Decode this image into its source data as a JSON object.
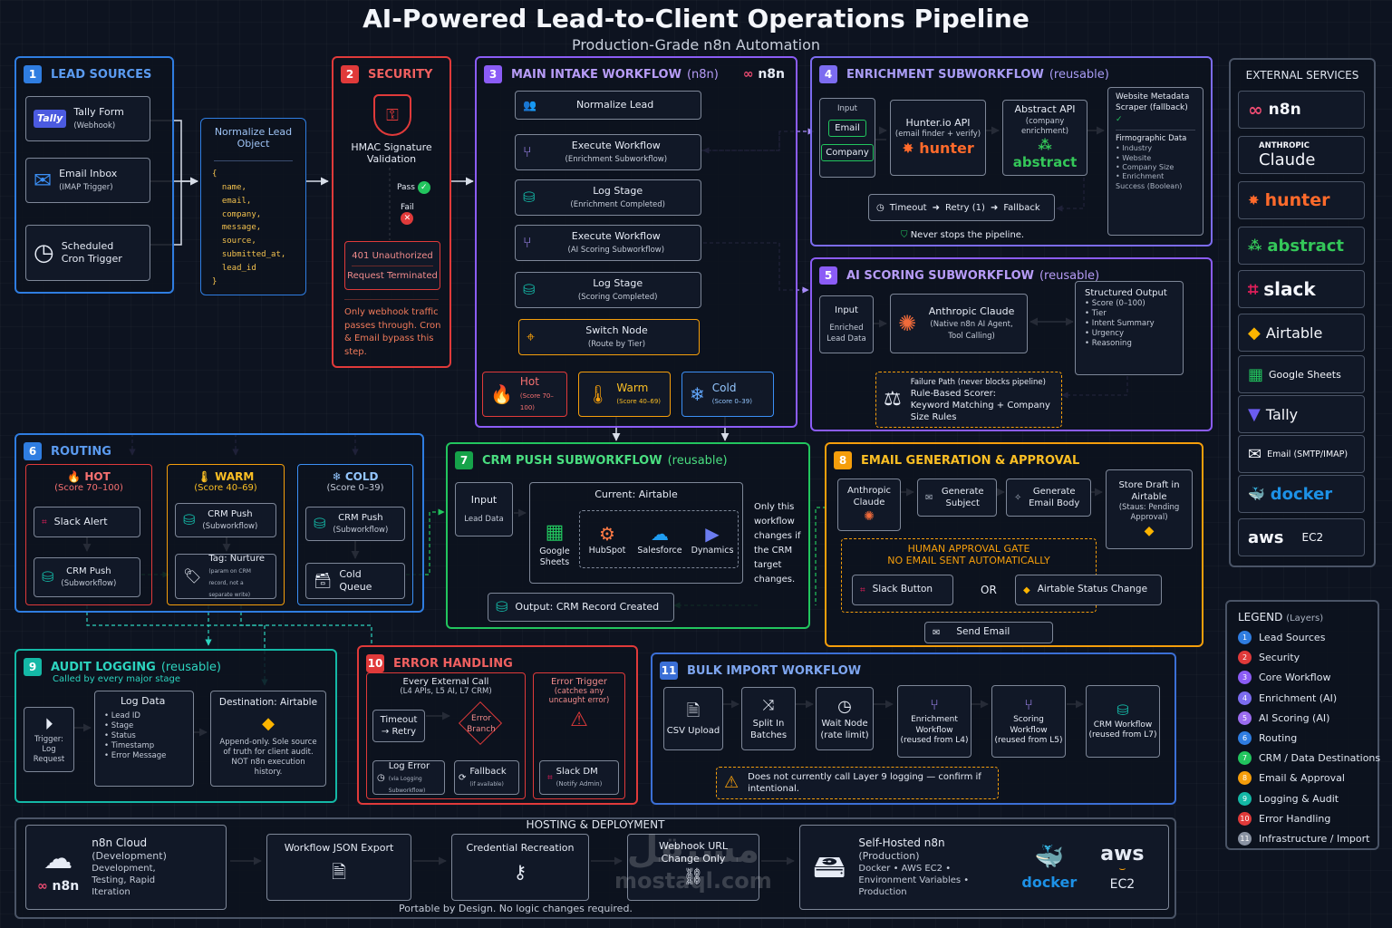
{
  "header": {
    "title": "AI-Powered Lead-to-Client Operations Pipeline",
    "subtitle": "Production-Grade n8n Automation"
  },
  "colors": {
    "blue": "#2f7de1",
    "red": "#e03a3a",
    "purple": "#8b5cf6",
    "green": "#22c55e",
    "orange": "#f59e0b",
    "teal": "#14b8a6",
    "amber": "#f2c14e"
  },
  "p1": {
    "num": "1",
    "title": "LEAD SOURCES",
    "tally_badge": "Tally",
    "tally": "Tally Form",
    "tally_sub": "(Webhook)",
    "email": "Email Inbox",
    "email_sub": "(IMAP Trigger)",
    "cron": "Scheduled",
    "cron_sub": "Cron Trigger"
  },
  "norm": {
    "title": "Normalize Lead Object",
    "code": "{\n  name,\n  email,\n  company,\n  message,\n  source,\n  submitted_at,\n  lead_id\n}"
  },
  "p2": {
    "num": "2",
    "title": "SECURITY",
    "hmac": "HMAC Signature Validation",
    "pass": "Pass",
    "fail": "Fail",
    "err1": "401 Unauthorized",
    "err2": "Request Terminated",
    "note": "Only webhook traffic passes through. Cron & Email bypass this step."
  },
  "p3": {
    "num": "3",
    "title": "MAIN INTAKE WORKFLOW",
    "sub": "(n8n)",
    "logo": "n8n",
    "steps": [
      {
        "t": "Normalize Lead",
        "s": ""
      },
      {
        "t": "Execute Workflow",
        "s": "(Enrichment Subworkflow)"
      },
      {
        "t": "Log Stage",
        "s": "(Enrichment Completed)"
      },
      {
        "t": "Execute Workflow",
        "s": "(AI Scoring Subworkflow)"
      },
      {
        "t": "Log Stage",
        "s": "(Scoring Completed)"
      },
      {
        "t": "Switch Node",
        "s": "(Route by Tier)"
      }
    ],
    "hot": "Hot",
    "hot_s": "(Score 70–100)",
    "warm": "Warm",
    "warm_s": "(Score 40–69)",
    "cold": "Cold",
    "cold_s": "(Score 0–39)"
  },
  "p4": {
    "num": "4",
    "title": "ENRICHMENT SUBWORKFLOW",
    "sub": "(reusable)",
    "input": "Input",
    "email": "Email",
    "company": "Company",
    "hunter": "Hunter.io API",
    "hunter_s": "(email finder + verify)",
    "hunter_logo": "hunter",
    "abstract": "Abstract API",
    "abstract_s": "(company enrichment)",
    "abstract_logo": "abstract",
    "meta": "Website Metadata Scraper (fallback)",
    "firmo": "Firmographic Data",
    "firmo_items": [
      "• Industry",
      "• Website",
      "• Company Size",
      "• Enrichment Success (Boolean)"
    ],
    "timeout": "Timeout",
    "retry": "Retry (1)",
    "fallback": "Fallback",
    "never": "Never stops the pipeline."
  },
  "p5": {
    "num": "5",
    "title": "AI SCORING SUBWORKFLOW",
    "sub": "(reusable)",
    "input": "Input",
    "input_s": "Enriched Lead Data",
    "claude": "Anthropic Claude",
    "claude_s": "(Native n8n AI Agent, Tool Calling)",
    "struct": "Structured Output",
    "struct_items": [
      "• Score (0–100)",
      "• Tier",
      "• Intent Summary",
      "• Urgency",
      "• Reasoning"
    ],
    "fail_path": "Failure Path (never blocks pipeline)",
    "rule": "Rule-Based Scorer:",
    "rule_s": "Keyword Matching + Company Size Rules"
  },
  "p6": {
    "num": "6",
    "title": "ROUTING",
    "hot": "HOT",
    "hot_s": "(Score 70–100)",
    "slack": "Slack Alert",
    "crm": "CRM Push",
    "crm_s": "(Subworkflow)",
    "warm": "WARM",
    "warm_s": "(Score 40–69)",
    "warm_crm": "CRM Push",
    "warm_crm_s": "(Subworkflow)",
    "tag": "Tag: Nurture",
    "tag_s": "(param on CRM record, not a separate write)",
    "cold": "COLD",
    "cold_s": "(Score 0–39)",
    "cold_crm": "CRM Push",
    "cold_crm_s": "(Subworkflow)",
    "queue": "Cold Queue"
  },
  "p7": {
    "num": "7",
    "title": "CRM PUSH SUBWORKFLOW",
    "sub": "(reusable)",
    "input": "Input",
    "input_s": "Lead Data",
    "current": "Current: Airtable",
    "gs": "Google Sheets",
    "hub": "HubSpot",
    "sf": "Salesforce",
    "dyn": "Dynamics",
    "note": "Only this workflow changes if the CRM target changes.",
    "output": "Output: CRM Record Created"
  },
  "p8": {
    "num": "8",
    "title": "EMAIL GENERATION & APPROVAL",
    "claude": "Anthropic Claude",
    "subject": "Generate Subject",
    "body": "Generate Email Body",
    "draft": "Store Draft in Airtable",
    "draft_s": "(Staus: Pending Approval)",
    "gate1": "HUMAN APPROVAL GATE",
    "gate2": "NO EMAIL SENT AUTOMATICALLY",
    "slack_btn": "Slack Button",
    "or": "OR",
    "status": "Airtable Status Change",
    "send": "Send Email"
  },
  "p9": {
    "num": "9",
    "title": "AUDIT LOGGING",
    "sub": "(reusable)",
    "called": "Called by every major stage",
    "trigger": "Trigger:",
    "trigger_s": "Log Request",
    "log": "Log Data",
    "log_items": [
      "• Lead ID",
      "• Stage",
      "• Status",
      "• Timestamp",
      "• Error Message"
    ],
    "dest": "Destination: Airtable",
    "dest_s": "Append-only. Sole source of truth for client audit. NOT n8n execution history."
  },
  "p10": {
    "num": "10",
    "title": "ERROR HANDLING",
    "every": "Every External Call",
    "every_s": "(L4 APIs, L5 AI, L7 CRM)",
    "timeout": "Timeout",
    "retry": "→ Retry",
    "branch": "Error Branch",
    "logerr": "Log Error",
    "logerr_s": "(via Logging Subworkflow)",
    "fallback": "Fallback",
    "fallback_s": "(if available)",
    "trig": "Error Trigger",
    "trig_s": "(catches any uncaught error)",
    "dm": "Slack DM",
    "dm_s": "(Notify Admin)"
  },
  "p11": {
    "num": "11",
    "title": "BULK IMPORT WORKFLOW",
    "csv": "CSV Upload",
    "split": "Split In Batches",
    "wait": "Wait Node",
    "wait_s": "(rate limit)",
    "enr": "Enrichment Workflow",
    "enr_s": "(reused from L4)",
    "sco": "Scoring Workflow",
    "sco_s": "(reused from L5)",
    "crm": "CRM Workflow",
    "crm_s": "(reused from L7)",
    "warn": "Does not currently call Layer 9 logging — confirm if intentional."
  },
  "host": {
    "title": "HOSTING & DEPLOYMENT",
    "cloud": "n8n Cloud",
    "cloud_s": "(Development)",
    "cloud_d": "Development, Testing, Rapid Iteration",
    "cloud_logo": "n8n",
    "json": "Workflow JSON Export",
    "cred": "Credential Recreation",
    "webhook": "Webhook URL Change Only",
    "self": "Self-Hosted n8n",
    "self_s": "(Production)",
    "self_d": "Docker • AWS EC2 • Environment Variables • Production",
    "docker": "docker",
    "aws": "aws",
    "ec2": "EC2",
    "portable": "Portable by Design. No logic changes required.",
    "wm1": "مستقل",
    "wm2": "mostaql.com"
  },
  "services": {
    "title": "EXTERNAL SERVICES",
    "anthropic": "ANTHROPIC",
    "items": [
      "n8n",
      "Claude",
      "hunter",
      "abstract",
      "slack",
      "Airtable",
      "Google Sheets",
      "Tally",
      "Email (SMTP/IMAP)",
      "docker",
      "aws",
      "EC2"
    ]
  },
  "legend": {
    "title": "LEGEND",
    "sub": "(Layers)",
    "items": [
      {
        "n": "1",
        "t": "Lead Sources",
        "c": "#2f7de1"
      },
      {
        "n": "2",
        "t": "Security",
        "c": "#e03a3a"
      },
      {
        "n": "3",
        "t": "Core Workflow",
        "c": "#8b5cf6"
      },
      {
        "n": "4",
        "t": "Enrichment (AI)",
        "c": "#7c6cf0"
      },
      {
        "n": "5",
        "t": "AI Scoring (AI)",
        "c": "#9b6cf0"
      },
      {
        "n": "6",
        "t": "Routing",
        "c": "#2f7de1"
      },
      {
        "n": "7",
        "t": "CRM / Data Destinations",
        "c": "#22c55e"
      },
      {
        "n": "8",
        "t": "Email & Approval",
        "c": "#f59e0b"
      },
      {
        "n": "9",
        "t": "Logging & Audit",
        "c": "#14b8a6"
      },
      {
        "n": "10",
        "t": "Error Handling",
        "c": "#e03a3a"
      },
      {
        "n": "11",
        "t": "Infrastructure / Import",
        "c": "#8a93a3"
      }
    ]
  }
}
